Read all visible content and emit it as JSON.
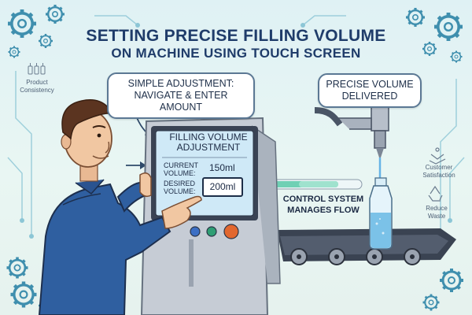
{
  "title": {
    "line1": "SETTING PRECISE FILLING VOLUME",
    "line2": "ON MACHINE USING TOUCH SCREEN"
  },
  "callouts": {
    "adjustment": "SIMPLE ADJUSTMENT:\nNAVIGATE & ENTER AMOUNT",
    "delivered": "PRECISE VOLUME\nDELIVERED",
    "control": "CONTROL SYSTEM\nMANAGES FLOW"
  },
  "side_labels": {
    "product": "Product\nConsistency",
    "satisfaction": "Customer\nSatisfaction",
    "waste": "Reduce\nWaste"
  },
  "screen": {
    "title": "FILLING VOLUME\nADJUSTMENT",
    "current_label": "CURRENT\nVOLUME:",
    "current_value": "150ml",
    "desired_label": "DESIRED\nVOLUME:",
    "desired_value": "200ml"
  },
  "colors": {
    "background": "#e3f3f2",
    "title": "#1f3c6a",
    "machine_panel": "#c9ced6",
    "screen": "#cfe9f7",
    "button_blue": "#3c6fc4",
    "button_green": "#2f9e74",
    "button_orange": "#e2672f",
    "shirt": "#2f5fa0"
  },
  "icons": [
    "gear-icon",
    "bottles-icon",
    "handshake-icon",
    "recycle-icon"
  ]
}
